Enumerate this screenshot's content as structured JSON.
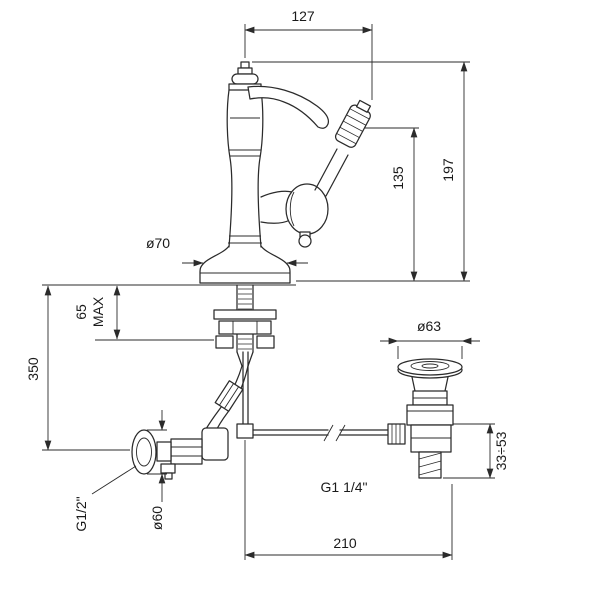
{
  "canvas": {
    "background": "#ffffff",
    "ink": "#2b2b2b"
  },
  "drawing": {
    "labels": {
      "width_top": "127",
      "height_overall": "197",
      "height_spout": "135",
      "base_diameter": "ø70",
      "deck_max_value": "65",
      "deck_max_word": "MAX",
      "supply_height": "350",
      "waste_flange_diameter": "ø63",
      "waste_adjust_range": "33÷53",
      "waste_thread": "G1 1/4\"",
      "centre_distance": "210",
      "valve_thread": "G1/2\"",
      "valve_flange_diameter": "ø60"
    }
  }
}
